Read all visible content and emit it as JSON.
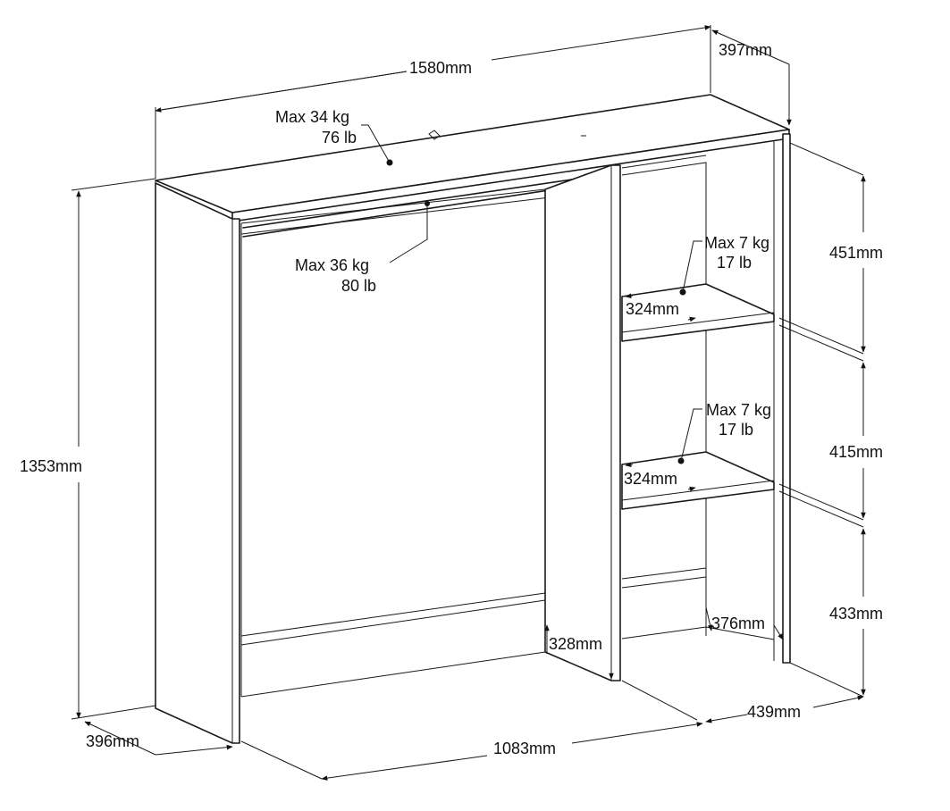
{
  "dimensions": {
    "width_total": "1580mm",
    "depth_top": "397mm",
    "height_total": "1353mm",
    "depth_bottom_left": "396mm",
    "width_inner_hanging": "1083mm",
    "depth_inner_hanging": "328mm",
    "depth_inner_shelves": "376mm",
    "width_shelf_section": "439mm",
    "shelf_depth_1": "324mm",
    "shelf_depth_2": "324mm",
    "spacing_top": "451mm",
    "spacing_middle": "415mm",
    "spacing_bottom": "433mm"
  },
  "loads": {
    "top": {
      "kg": "Max 34 kg",
      "lb": "76 lb"
    },
    "rail": {
      "kg": "Max 36 kg",
      "lb": "80 lb"
    },
    "shelf_upper": {
      "kg": "Max 7 kg",
      "lb": "17 lb"
    },
    "shelf_lower": {
      "kg": "Max 7 kg",
      "lb": "17 lb"
    }
  }
}
